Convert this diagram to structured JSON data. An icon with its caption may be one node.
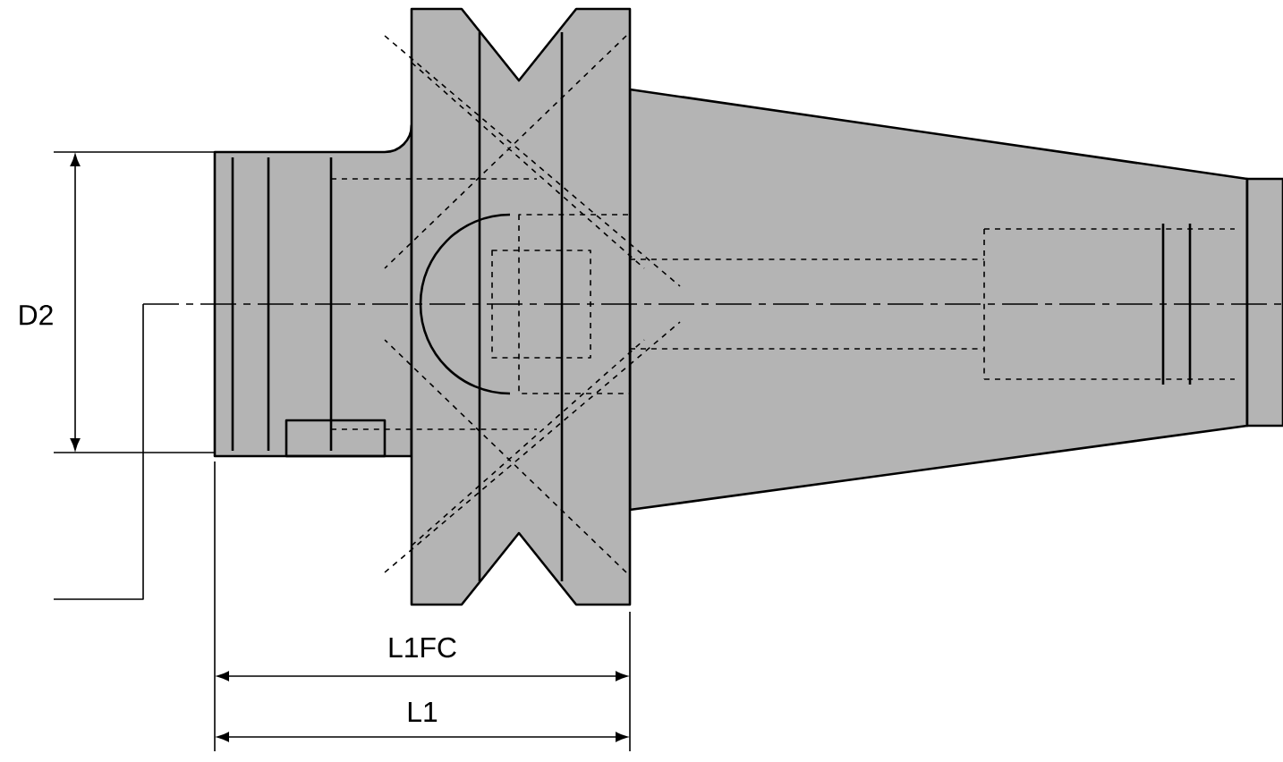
{
  "diagram": {
    "labels": [
      "D2",
      "L1FC",
      "L1"
    ]
  }
}
